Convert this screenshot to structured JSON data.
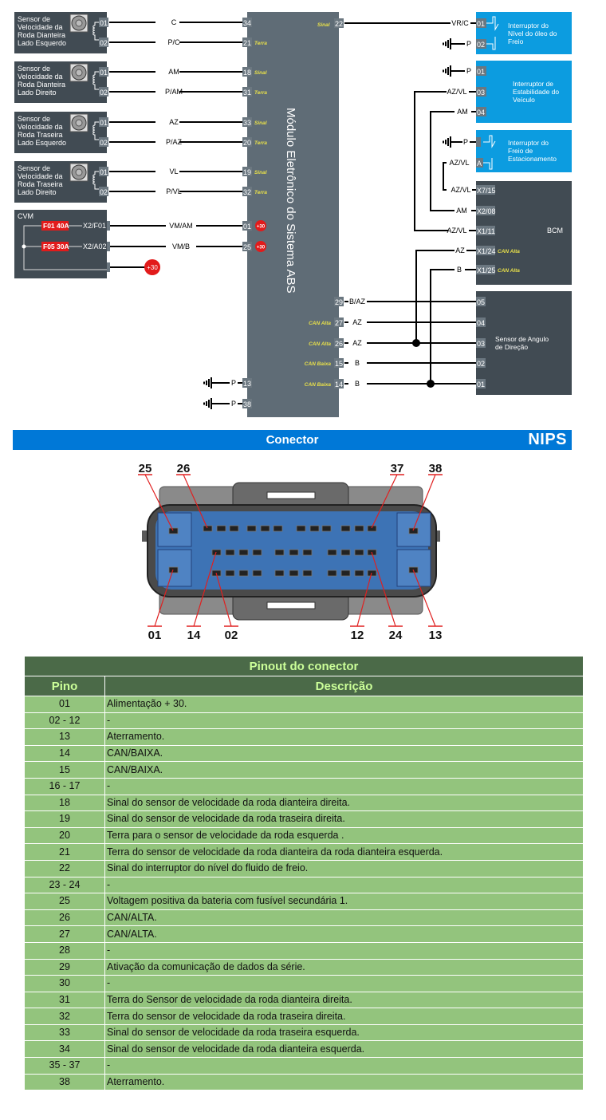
{
  "diagram": {
    "module_title": "Módulo Eletrônico do Sistema ABS",
    "wheel_sensors": [
      {
        "label_lines": [
          "Sensor de",
          "Velocidade da",
          "Roda Dianteira",
          "Lado Esquerdo"
        ],
        "pins": [
          {
            "pin": "01",
            "wire": "C",
            "ecu_pin": "34",
            "ecu_tag": ""
          },
          {
            "pin": "02",
            "wire": "P/C",
            "ecu_pin": "21",
            "ecu_tag": "Terra"
          }
        ]
      },
      {
        "label_lines": [
          "Sensor de",
          "Velocidade da",
          "Roda Dianteira",
          "Lado Direito"
        ],
        "pins": [
          {
            "pin": "01",
            "wire": "AM",
            "ecu_pin": "18",
            "ecu_tag": "Sinal"
          },
          {
            "pin": "02",
            "wire": "P/AM",
            "ecu_pin": "31",
            "ecu_tag": "Terra"
          }
        ]
      },
      {
        "label_lines": [
          "Sensor de",
          "Velocidade da",
          "Roda Traseira",
          "Lado Esquerdo"
        ],
        "pins": [
          {
            "pin": "01",
            "wire": "AZ",
            "ecu_pin": "33",
            "ecu_tag": "Sinal"
          },
          {
            "pin": "02",
            "wire": "P/AZ",
            "ecu_pin": "20",
            "ecu_tag": "Terra"
          }
        ]
      },
      {
        "label_lines": [
          "Sensor de",
          "Velocidade da",
          "Roda Traseira",
          "Lado Direito"
        ],
        "pins": [
          {
            "pin": "01",
            "wire": "VL",
            "ecu_pin": "19",
            "ecu_tag": "Sinal"
          },
          {
            "pin": "02",
            "wire": "P/VL",
            "ecu_pin": "32",
            "ecu_tag": "Terra"
          }
        ]
      }
    ],
    "cvm": {
      "title": "CVM",
      "fuses": [
        {
          "fuse": "F01 40A",
          "pin": "X2/F01",
          "wire": "VM/AM",
          "ecu_pin": "01",
          "ecu_tag": "+30"
        },
        {
          "fuse": "F05 30A",
          "pin": "X2/A02",
          "wire": "VM/B",
          "ecu_pin": "25",
          "ecu_tag": "+30"
        }
      ],
      "supply": "+30"
    },
    "grounds_left": [
      {
        "wire": "P",
        "ecu_pin": "13"
      },
      {
        "wire": "P",
        "ecu_pin": "38"
      }
    ],
    "brake_fluid_switch": {
      "label_lines": [
        "Interruptor do",
        "Nível do óleo do",
        "Freio"
      ],
      "ecu_pin": "22",
      "ecu_tag": "Sinal",
      "pins": [
        {
          "pin": "01",
          "wire": "VR/C"
        },
        {
          "pin": "02",
          "wire": "P"
        }
      ]
    },
    "stability_switch": {
      "label_lines": [
        "Interruptor de",
        "Estabilidade do",
        "Veículo"
      ],
      "pins": [
        {
          "pin": "01",
          "wire": "P"
        },
        {
          "pin": "03",
          "wire": "AZ/VL"
        },
        {
          "pin": "04",
          "wire": "AM"
        }
      ]
    },
    "parking_brake_switch": {
      "label_lines": [
        "Interruptor do",
        "Freio de",
        "Estacionamento"
      ],
      "pins": [
        {
          "pin": "",
          "wire": "P"
        },
        {
          "pin": "A",
          "wire": "AZ/VL"
        }
      ]
    },
    "bcm": {
      "title": "BCM",
      "pins": [
        {
          "pin": "X7/15",
          "wire": "AZ/VL",
          "tag": ""
        },
        {
          "pin": "X2/08",
          "wire": "AM",
          "tag": ""
        },
        {
          "pin": "X1/11",
          "wire": "AZ/VL",
          "tag": ""
        },
        {
          "pin": "X1/24",
          "wire": "AZ",
          "tag": "CAN Alta"
        },
        {
          "pin": "X1/25",
          "wire": "B",
          "tag": "CAN Alta"
        }
      ]
    },
    "steering_sensor": {
      "label_lines": [
        "Sensor de Angulo",
        "de Direção"
      ],
      "pins": [
        {
          "ecu_pin": "29",
          "ecu_tag": "",
          "wire": "B/AZ",
          "pin": "05"
        },
        {
          "ecu_pin": "27",
          "ecu_tag": "CAN Alta",
          "wire": "AZ",
          "pin": "04"
        },
        {
          "ecu_pin": "26",
          "ecu_tag": "CAN Alta",
          "wire": "AZ",
          "pin": "03"
        },
        {
          "ecu_pin": "15",
          "ecu_tag": "CAN Baixa",
          "wire": "B",
          "pin": "02"
        },
        {
          "ecu_pin": "14",
          "ecu_tag": "CAN Baixa",
          "wire": "B",
          "pin": "01"
        }
      ]
    },
    "colors": {
      "module": "#5f6c76",
      "dark_box": "#414b53",
      "blue_box": "#0c9ce0",
      "tag_yellow": "#e8e04a",
      "fuse_red": "#e21b1b"
    }
  },
  "connector_banner": {
    "title": "Conector",
    "brand": "NIPS"
  },
  "connector": {
    "top_labels": [
      "25",
      "26",
      "37",
      "38"
    ],
    "bottom_labels": [
      "01",
      "14",
      "02",
      "12",
      "24",
      "13"
    ]
  },
  "pinout": {
    "title": "Pinout do conector",
    "headers": [
      "Pino",
      "Descrição"
    ],
    "rows": [
      {
        "pin": "01",
        "desc": "Alimentação + 30."
      },
      {
        "pin": "02 - 12",
        "desc": "-"
      },
      {
        "pin": "13",
        "desc": "Aterramento."
      },
      {
        "pin": "14",
        "desc": "CAN/BAIXA."
      },
      {
        "pin": "15",
        "desc": "CAN/BAIXA."
      },
      {
        "pin": "16 - 17",
        "desc": "-"
      },
      {
        "pin": "18",
        "desc": "Sinal do sensor de velocidade da roda dianteira direita."
      },
      {
        "pin": "19",
        "desc": "Sinal do sensor de velocidade da roda traseira direita."
      },
      {
        "pin": "20",
        "desc": "Terra para o sensor de velocidade da roda esquerda ."
      },
      {
        "pin": "21",
        "desc": "Terra do sensor de velocidade da roda dianteira da roda dianteira esquerda."
      },
      {
        "pin": "22",
        "desc": "Sinal do interruptor do nível do fluido de freio."
      },
      {
        "pin": "23 - 24",
        "desc": "-"
      },
      {
        "pin": "25",
        "desc": "Voltagem positiva da bateria com fusível secundária 1."
      },
      {
        "pin": "26",
        "desc": "CAN/ALTA."
      },
      {
        "pin": "27",
        "desc": "CAN/ALTA."
      },
      {
        "pin": "28",
        "desc": "-"
      },
      {
        "pin": "29",
        "desc": "Ativação da comunicação de dados da série."
      },
      {
        "pin": "30",
        "desc": "-"
      },
      {
        "pin": "31",
        "desc": "Terra do Sensor de velocidade da roda dianteira direita."
      },
      {
        "pin": "32",
        "desc": "Terra do sensor de velocidade da roda traseira direita."
      },
      {
        "pin": "33",
        "desc": "Sinal do sensor de velocidade da roda traseira esquerda."
      },
      {
        "pin": "34",
        "desc": "Sinal do sensor de velocidade da roda dianteira esquerda."
      },
      {
        "pin": "35 - 37",
        "desc": "-"
      },
      {
        "pin": "38",
        "desc": "Aterramento."
      }
    ]
  }
}
